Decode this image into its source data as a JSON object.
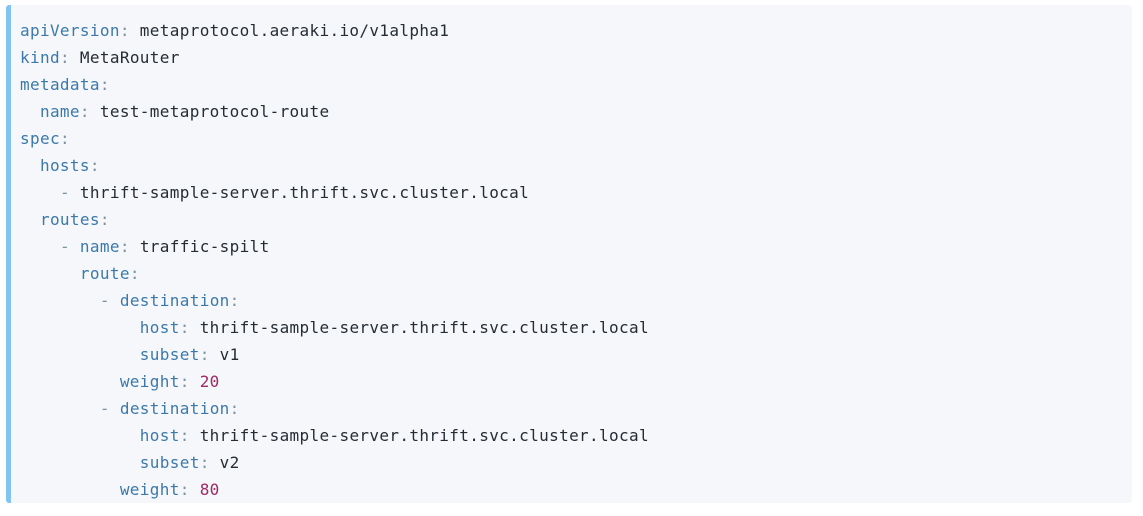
{
  "code_block": {
    "language": "yaml",
    "colors": {
      "border_accent": "#82c4f0",
      "background": "#f5f7fa",
      "key": "#3b79ab",
      "punctuation": "#7e93a2",
      "value": "#252c33",
      "number": "#a02963"
    },
    "raw": "apiVersion: metaprotocol.aeraki.io/v1alpha1\nkind: MetaRouter\nmetadata:\n  name: test-metaprotocol-route\nspec:\n  hosts:\n    - thrift-sample-server.thrift.svc.cluster.local\n  routes:\n    - name: traffic-spilt\n      route:\n        - destination:\n            host: thrift-sample-server.thrift.svc.cluster.local\n            subset: v1\n          weight: 20\n        - destination:\n            host: thrift-sample-server.thrift.svc.cluster.local\n            subset: v2\n          weight: 80",
    "lines": [
      {
        "tokens": [
          [
            "key",
            "apiVersion"
          ],
          [
            "punc",
            ":"
          ],
          [
            "ws",
            " "
          ],
          [
            "val",
            "metaprotocol.aeraki.io/v1alpha1"
          ]
        ]
      },
      {
        "tokens": [
          [
            "key",
            "kind"
          ],
          [
            "punc",
            ":"
          ],
          [
            "ws",
            " "
          ],
          [
            "val",
            "MetaRouter"
          ]
        ]
      },
      {
        "tokens": [
          [
            "key",
            "metadata"
          ],
          [
            "punc",
            ":"
          ]
        ]
      },
      {
        "tokens": [
          [
            "ws",
            "  "
          ],
          [
            "key",
            "name"
          ],
          [
            "punc",
            ":"
          ],
          [
            "ws",
            " "
          ],
          [
            "val",
            "test-metaprotocol-route"
          ]
        ]
      },
      {
        "tokens": [
          [
            "key",
            "spec"
          ],
          [
            "punc",
            ":"
          ]
        ]
      },
      {
        "tokens": [
          [
            "ws",
            "  "
          ],
          [
            "key",
            "hosts"
          ],
          [
            "punc",
            ":"
          ]
        ]
      },
      {
        "tokens": [
          [
            "ws",
            "    "
          ],
          [
            "punc",
            "-"
          ],
          [
            "ws",
            " "
          ],
          [
            "val",
            "thrift-sample-server.thrift.svc.cluster.local"
          ]
        ]
      },
      {
        "tokens": [
          [
            "ws",
            "  "
          ],
          [
            "key",
            "routes"
          ],
          [
            "punc",
            ":"
          ]
        ]
      },
      {
        "tokens": [
          [
            "ws",
            "    "
          ],
          [
            "punc",
            "-"
          ],
          [
            "ws",
            " "
          ],
          [
            "key",
            "name"
          ],
          [
            "punc",
            ":"
          ],
          [
            "ws",
            " "
          ],
          [
            "val",
            "traffic-spilt"
          ]
        ]
      },
      {
        "tokens": [
          [
            "ws",
            "      "
          ],
          [
            "key",
            "route"
          ],
          [
            "punc",
            ":"
          ]
        ]
      },
      {
        "tokens": [
          [
            "ws",
            "        "
          ],
          [
            "punc",
            "-"
          ],
          [
            "ws",
            " "
          ],
          [
            "key",
            "destination"
          ],
          [
            "punc",
            ":"
          ]
        ]
      },
      {
        "tokens": [
          [
            "ws",
            "            "
          ],
          [
            "key",
            "host"
          ],
          [
            "punc",
            ":"
          ],
          [
            "ws",
            " "
          ],
          [
            "val",
            "thrift-sample-server.thrift.svc.cluster.local"
          ]
        ]
      },
      {
        "tokens": [
          [
            "ws",
            "            "
          ],
          [
            "key",
            "subset"
          ],
          [
            "punc",
            ":"
          ],
          [
            "ws",
            " "
          ],
          [
            "val",
            "v1"
          ]
        ]
      },
      {
        "tokens": [
          [
            "ws",
            "          "
          ],
          [
            "key",
            "weight"
          ],
          [
            "punc",
            ":"
          ],
          [
            "ws",
            " "
          ],
          [
            "num",
            "20"
          ]
        ]
      },
      {
        "tokens": [
          [
            "ws",
            "        "
          ],
          [
            "punc",
            "-"
          ],
          [
            "ws",
            " "
          ],
          [
            "key",
            "destination"
          ],
          [
            "punc",
            ":"
          ]
        ]
      },
      {
        "tokens": [
          [
            "ws",
            "            "
          ],
          [
            "key",
            "host"
          ],
          [
            "punc",
            ":"
          ],
          [
            "ws",
            " "
          ],
          [
            "val",
            "thrift-sample-server.thrift.svc.cluster.local"
          ]
        ]
      },
      {
        "tokens": [
          [
            "ws",
            "            "
          ],
          [
            "key",
            "subset"
          ],
          [
            "punc",
            ":"
          ],
          [
            "ws",
            " "
          ],
          [
            "val",
            "v2"
          ]
        ]
      },
      {
        "tokens": [
          [
            "ws",
            "          "
          ],
          [
            "key",
            "weight"
          ],
          [
            "punc",
            ":"
          ],
          [
            "ws",
            " "
          ],
          [
            "num",
            "80"
          ]
        ]
      }
    ]
  }
}
